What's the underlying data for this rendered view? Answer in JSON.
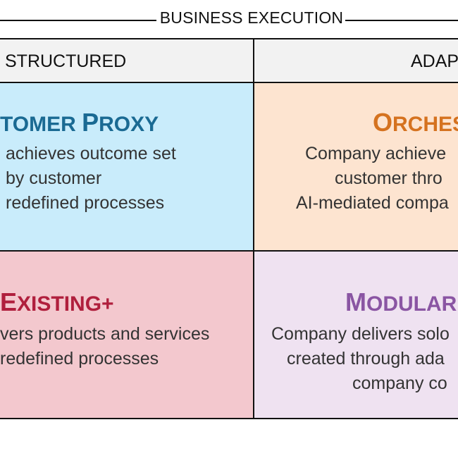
{
  "header": {
    "title": "BUSINESS EXECUTION"
  },
  "columns": {
    "left": "STRUCTURED",
    "right": "ADAPT"
  },
  "quadrants": {
    "top_left": {
      "title_cap": "",
      "title_rest": "TOMER ",
      "title_cap2": "P",
      "title_rest2": "ROXY",
      "lines": [
        "achieves outcome set",
        "by customer",
        "redefined processes"
      ],
      "color": "#1a6a93"
    },
    "top_right": {
      "title_cap": "O",
      "title_rest": "RCHES",
      "lines": [
        "Company achieve",
        "customer thro",
        "AI-mediated compa"
      ],
      "color": "#d5721f"
    },
    "bottom_left": {
      "title_cap": "E",
      "title_rest": "XISTING+",
      "lines": [
        "vers products and services",
        "redefined processes"
      ],
      "color": "#b01f3d"
    },
    "bottom_right": {
      "title_cap": "M",
      "title_rest": "ODULAR",
      "lines": [
        "Company delivers solo",
        "created through ada",
        "company co"
      ],
      "color": "#8a55a3"
    }
  }
}
